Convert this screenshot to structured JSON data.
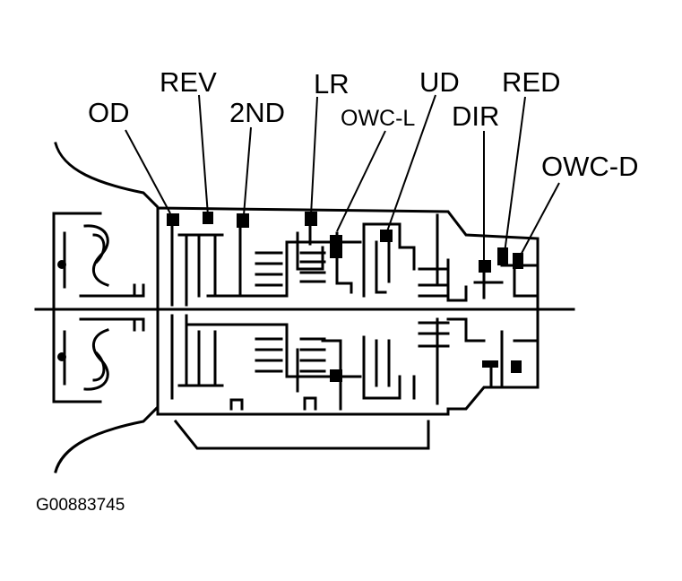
{
  "labels": {
    "od": "OD",
    "rev": "REV",
    "second": "2ND",
    "lr": "LR",
    "owc_l": "OWC-L",
    "ud": "UD",
    "red": "RED",
    "dir": "DIR",
    "owc_d": "OWC-D"
  },
  "figure_id": "G00883745"
}
